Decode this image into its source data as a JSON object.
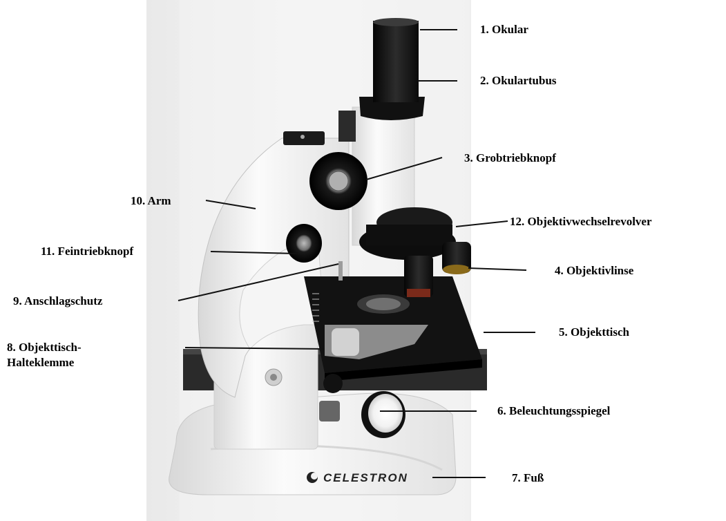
{
  "labels": {
    "okular": "1. Okular",
    "okulartubus": "2. Okulartubus",
    "grobtrieb": "3. Grobtriebknopf",
    "objektivlinse": "4. Objektivlinse",
    "objekttisch": "5. Objekttisch",
    "spiegel": "6. Beleuchtungsspiegel",
    "fuss": "7. Fuß",
    "halteklemme_1": "8. Objekttisch-",
    "halteklemme_2": "Halteklemme",
    "anschlagschutz": "9. Anschlagschutz",
    "arm": "10. Arm",
    "feintrieb": "11. Feintriebknopf",
    "revolver": "12. Objektivwechselrevolver"
  },
  "brand": "CELESTRON",
  "colors": {
    "body_white": "#f1f1f1",
    "black_part": "#1a1a1a",
    "leader_line": "#111111",
    "background": "#ffffff"
  }
}
